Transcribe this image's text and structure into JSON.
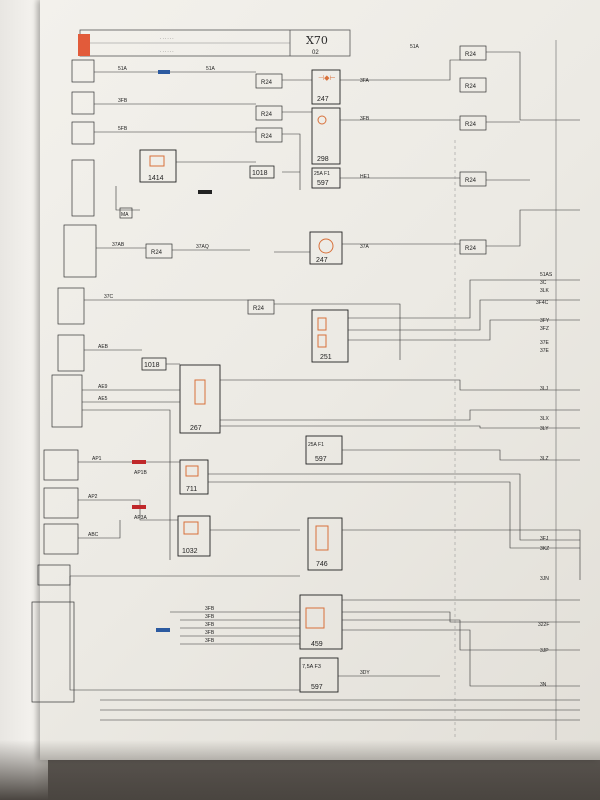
{
  "header": {
    "code": "X70",
    "sub": "02"
  },
  "modules": [
    {
      "id": "247",
      "label": "247"
    },
    {
      "id": "298",
      "label": "298"
    },
    {
      "id": "597a",
      "label": "597"
    },
    {
      "id": "1414",
      "label": "1414"
    },
    {
      "id": "1018a",
      "label": "1018"
    },
    {
      "id": "247b",
      "label": "247"
    },
    {
      "id": "251",
      "label": "251"
    },
    {
      "id": "1018b",
      "label": "1018"
    },
    {
      "id": "267",
      "label": "267"
    },
    {
      "id": "597b",
      "label": "597"
    },
    {
      "id": "711",
      "label": "711"
    },
    {
      "id": "1032",
      "label": "1032"
    },
    {
      "id": "746",
      "label": "746"
    },
    {
      "id": "459",
      "label": "459"
    },
    {
      "id": "597c",
      "label": "597"
    }
  ],
  "fuses": [
    {
      "id": "f1",
      "label": "25A  F1"
    },
    {
      "id": "f2",
      "label": "7,5A  F3"
    }
  ],
  "wire_labels": {
    "top": [
      "51A",
      "3FB",
      "5FB",
      "51A",
      "51A",
      "3FA",
      "3FB",
      "HE1"
    ],
    "right": [
      "51AS",
      "3C",
      "3LK",
      "3F4C",
      "3FY",
      "3FZ",
      "37E",
      "37E",
      "3LJ",
      "3LX",
      "3LY",
      "3LZ",
      "3FJ",
      "3KZ",
      "3JN",
      "322F",
      "3JP",
      "3N"
    ],
    "left_mid": [
      "37AB",
      "37AQ",
      "37A",
      "37C",
      "AEB",
      "AE9",
      "AE5",
      "AP1",
      "AP2",
      "ABC",
      "AP1B",
      "AP3A",
      "3FB",
      "3FB",
      "3FB",
      "3FB",
      "3FB",
      "3DY"
    ],
    "connectors": [
      "R24",
      "R24",
      "R24",
      "R24",
      "R24",
      "R24",
      "R24",
      "R24",
      "R24",
      "R24"
    ]
  },
  "ground": {
    "label": "MA"
  }
}
